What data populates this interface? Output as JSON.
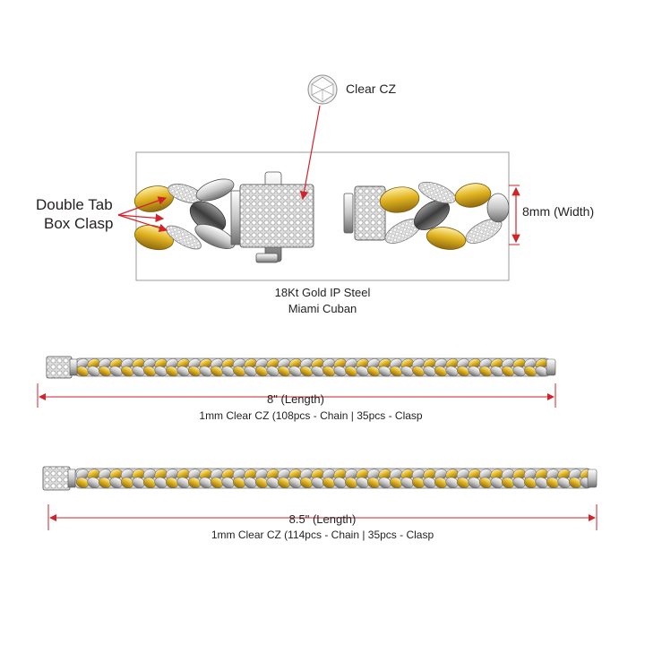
{
  "gem": {
    "label": "Clear CZ"
  },
  "clasp": {
    "line1": "Double Tab",
    "line2": "Box Clasp"
  },
  "width": {
    "label": "8mm (Width)"
  },
  "caption": {
    "line1": "18Kt Gold IP Steel",
    "line2": "Miami Cuban"
  },
  "bracelet_8": {
    "length": "8\" (Length)",
    "stones": "1mm Clear CZ (108pcs - Chain | 35pcs - Clasp"
  },
  "bracelet_85": {
    "length": "8.5\" (Length)",
    "stones": "1mm Clear CZ (114pcs - Chain | 35pcs - Clasp"
  },
  "colors": {
    "accent_red": "#d2232a",
    "gold": "#e1b421",
    "silver": "#c8c8c8",
    "frame": "#9b9b9b"
  }
}
